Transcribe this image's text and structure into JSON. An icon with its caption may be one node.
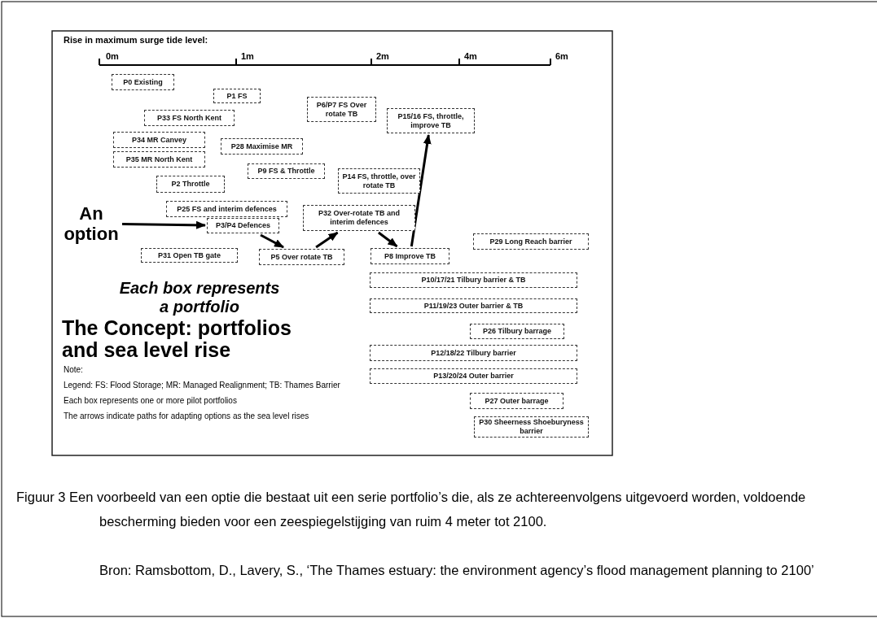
{
  "diagram": {
    "title": "The Concept: portfolios and sea level rise",
    "caption": "Figuur 3 Een voorbeeld van een optie die bestaat uit een serie portfolio’s die, als ze achtereenvolgens uitgevoerd worden, voldoende bescherming bieden voor een zeespiegelstijging van ruim 4 meter tot 2100.",
    "nodes": [
      {
        "text": [
          "An option"
        ]
      },
      {
        "text": [
          "P0 Existing"
        ]
      },
      {
        "text": [
          "P1 FS"
        ]
      },
      {
        "text": [
          "P33 FS North Kent"
        ]
      },
      {
        "text": [
          "P6/P7 FS Over rotate TB"
        ]
      },
      {
        "text": [
          "P15/16 FS, throttle, improve TB"
        ]
      },
      {
        "text": [
          "P34 MR Canvey"
        ]
      },
      {
        "text": [
          "P28 Maximise MR"
        ]
      },
      {
        "text": [
          "P35 MR North Kent"
        ]
      },
      {
        "text": [
          "P9 FS & Throttle"
        ]
      },
      {
        "text": [
          "P14 FS, throttle, over rotate TB"
        ]
      },
      {
        "text": [
          "P2 Throttle"
        ]
      },
      {
        "text": [
          "P25 FS and interim defences"
        ]
      },
      {
        "text": [
          "P32 Over-rotate TB and interim defences"
        ]
      },
      {
        "text": [
          "P3/P4 Defences"
        ]
      },
      {
        "text": [
          "P29 Long Reach barrier"
        ]
      },
      {
        "text": [
          "P31 Open TB gate"
        ]
      },
      {
        "text": [
          "P5 Over rotate TB"
        ]
      },
      {
        "text": [
          "P8 Improve TB"
        ]
      },
      {
        "text": [
          "P10/17/21 Tilbury barrier & TB"
        ]
      },
      {
        "text": [
          "P11/19/23 Outer barrier & TB"
        ]
      },
      {
        "text": [
          "P26 Tilbury barrage"
        ]
      },
      {
        "text": [
          "P12/18/22 Tilbury barrier"
        ]
      },
      {
        "text": [
          "P13/20/24 Outer barrier"
        ]
      },
      {
        "text": [
          "P27 Outer barrage"
        ]
      },
      {
        "text": [
          "P30 Sheerness Shoeburyness barrier"
        ]
      }
    ],
    "edges": [
      {
        "from": 0,
        "to": 14,
        "arrow": "to"
      },
      {
        "from": 14,
        "to": 17,
        "arrow": "to"
      },
      {
        "from": 17,
        "to": 13,
        "arrow": "to"
      },
      {
        "from": 13,
        "to": 18,
        "arrow": "to"
      },
      {
        "from": 18,
        "to": 5,
        "arrow": "to"
      }
    ],
    "labels": [
      "Rise in maximum surge tide level:",
      "0m",
      "1m",
      "2m",
      "4m",
      "6m",
      "Each box represents a portfolio",
      "Note:",
      "Legend: FS: Flood Storage; MR: Managed Realignment; TB: Thames Barrier",
      "Each box represents one or more pilot portfolios",
      "The arrows indicate paths for adapting options as the sea level rises",
      "Bron: Ramsbottom, D., Lavery, S., ‘The Thames estuary: the environment agency’s flood management planning to 2100’"
    ]
  }
}
